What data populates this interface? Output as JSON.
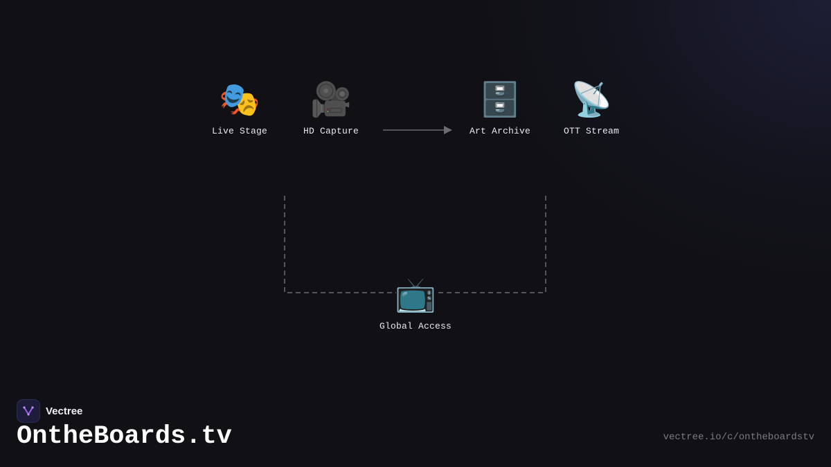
{
  "nodes": [
    {
      "id": "live_stage",
      "label": "Live Stage",
      "icon": "performing-arts-icon",
      "glyph": "🎭"
    },
    {
      "id": "hd_capture",
      "label": "HD Capture",
      "icon": "movie-camera-icon",
      "glyph": "🎥"
    },
    {
      "id": "art_archive",
      "label": "Art Archive",
      "icon": "file-cabinet-icon",
      "glyph": "🗄️"
    },
    {
      "id": "ott_stream",
      "label": "OTT Stream",
      "icon": "satellite-antenna-icon",
      "glyph": "📡"
    },
    {
      "id": "global_access",
      "label": "Global Access",
      "icon": "television-icon",
      "glyph": "📺"
    }
  ],
  "edges": [
    {
      "from": "hd_capture",
      "to": "art_archive",
      "style": "solid-arrow"
    },
    {
      "from": "hd_capture",
      "to": "global_access",
      "style": "dashed"
    },
    {
      "from": "ott_stream",
      "to": "global_access",
      "style": "dashed"
    }
  ],
  "brand": {
    "name": "Vectree",
    "icon": "vectree-logo-icon"
  },
  "site": {
    "title": "OntheBoards.tv",
    "url": "vectree.io/c/ontheboardstv"
  },
  "colors": {
    "background": "#101015",
    "text": "#e9e9ee",
    "connector": "#6b6b73",
    "logo_accent": "#9b5de5"
  }
}
